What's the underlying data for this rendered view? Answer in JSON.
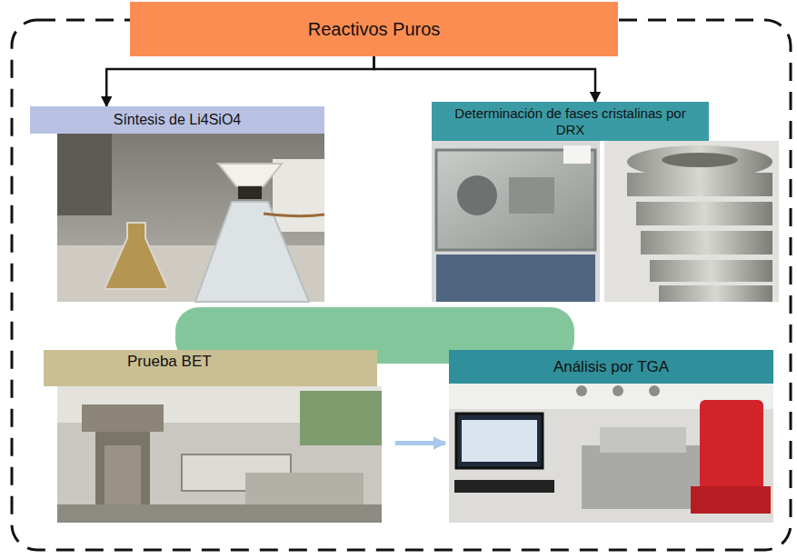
{
  "diagram": {
    "nodes": [
      {
        "text": [
          "Reactivos Puros"
        ]
      },
      {
        "text": [
          "Síntesis de Li4SiO4"
        ]
      },
      {
        "text": [
          "Determinación de fases cristalinas por DRX"
        ]
      },
      {
        "text": [
          "Prueba BET"
        ]
      },
      {
        "text": [
          "Análisis por TGA"
        ]
      }
    ],
    "edges": [
      {
        "from": 0,
        "to": 1,
        "arrow": "to"
      },
      {
        "from": 0,
        "to": 2,
        "arrow": "to"
      },
      {
        "from": 3,
        "to": 4,
        "arrow": "to"
      }
    ]
  }
}
